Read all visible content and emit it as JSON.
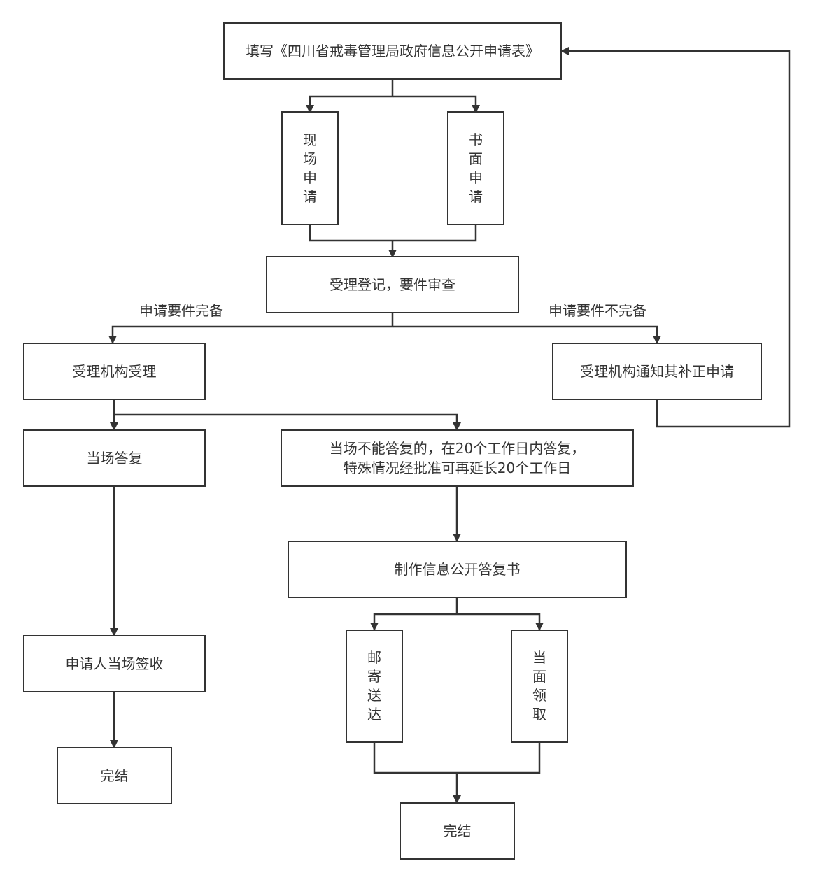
{
  "colors": {
    "line": "#333333",
    "background": "#ffffff",
    "text": "#333333"
  },
  "nodes": {
    "fill_form": "填写《四川省戒毒管理局政府信息公开申请表》",
    "onsite_apply": "现场申请",
    "written_apply": "书面申请",
    "register_review": "受理登记，要件审查",
    "agency_accept": "受理机构受理",
    "notify_correct": "受理机构通知其补正申请",
    "onsite_reply": "当场答复",
    "deferred_reply": "当场不能答复的，在20个工作日内答复，\n特殊情况经批准可再延长20个工作日",
    "make_reply_doc": "制作信息公开答复书",
    "sign_onsite": "申请人当场签收",
    "done_left": "完结",
    "mail_delivery": "邮寄送达",
    "collect_in_person": "当面领取",
    "done_right": "完结"
  },
  "edge_labels": {
    "complete": "申请要件完备",
    "incomplete": "申请要件不完备"
  }
}
